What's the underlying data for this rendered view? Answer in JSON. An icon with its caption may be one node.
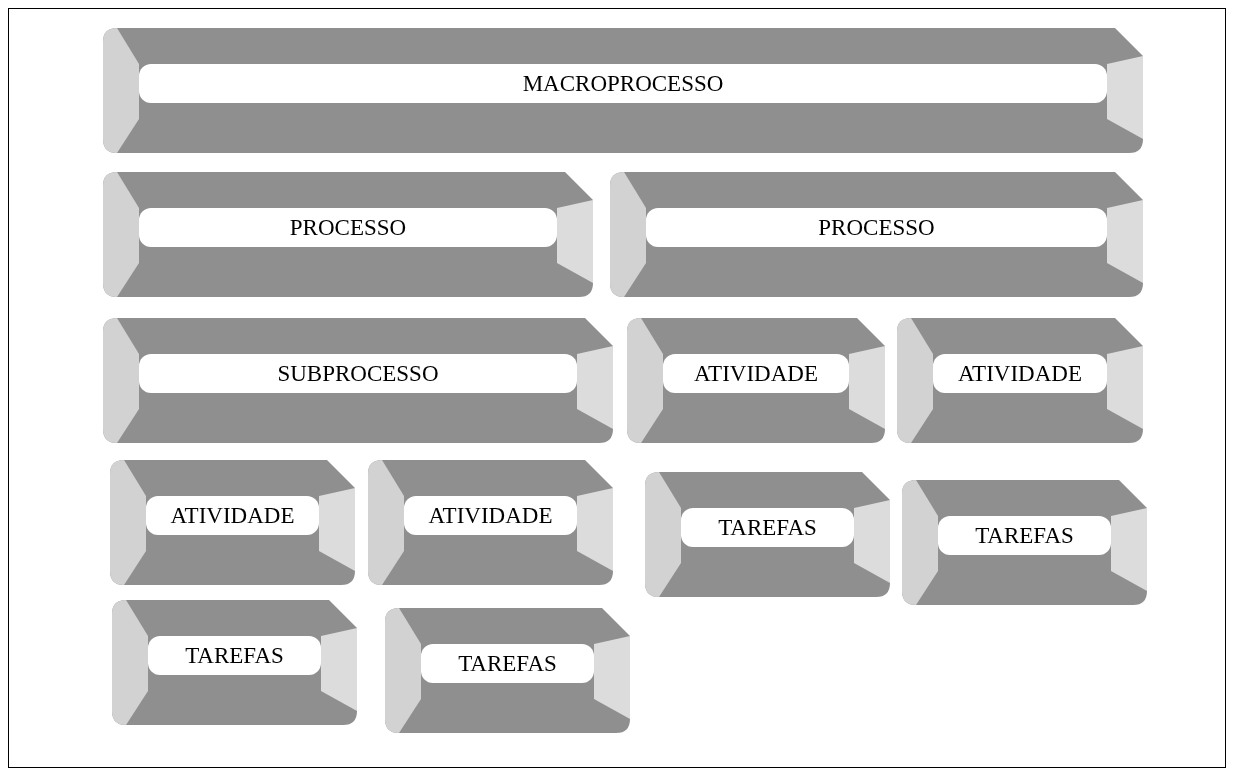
{
  "diagram": {
    "nodes": [
      {
        "text": [
          "MACROPROCESSO"
        ]
      },
      {
        "text": [
          "PROCESSO"
        ]
      },
      {
        "text": [
          "PROCESSO"
        ]
      },
      {
        "text": [
          "SUBPROCESSO"
        ]
      },
      {
        "text": [
          "ATIVIDADE"
        ]
      },
      {
        "text": [
          "ATIVIDADE"
        ]
      },
      {
        "text": [
          "ATIVIDADE"
        ]
      },
      {
        "text": [
          "ATIVIDADE"
        ]
      },
      {
        "text": [
          "TAREFAS"
        ]
      },
      {
        "text": [
          "TAREFAS"
        ]
      },
      {
        "text": [
          "TAREFAS"
        ]
      },
      {
        "text": [
          "TAREFAS"
        ]
      }
    ]
  }
}
